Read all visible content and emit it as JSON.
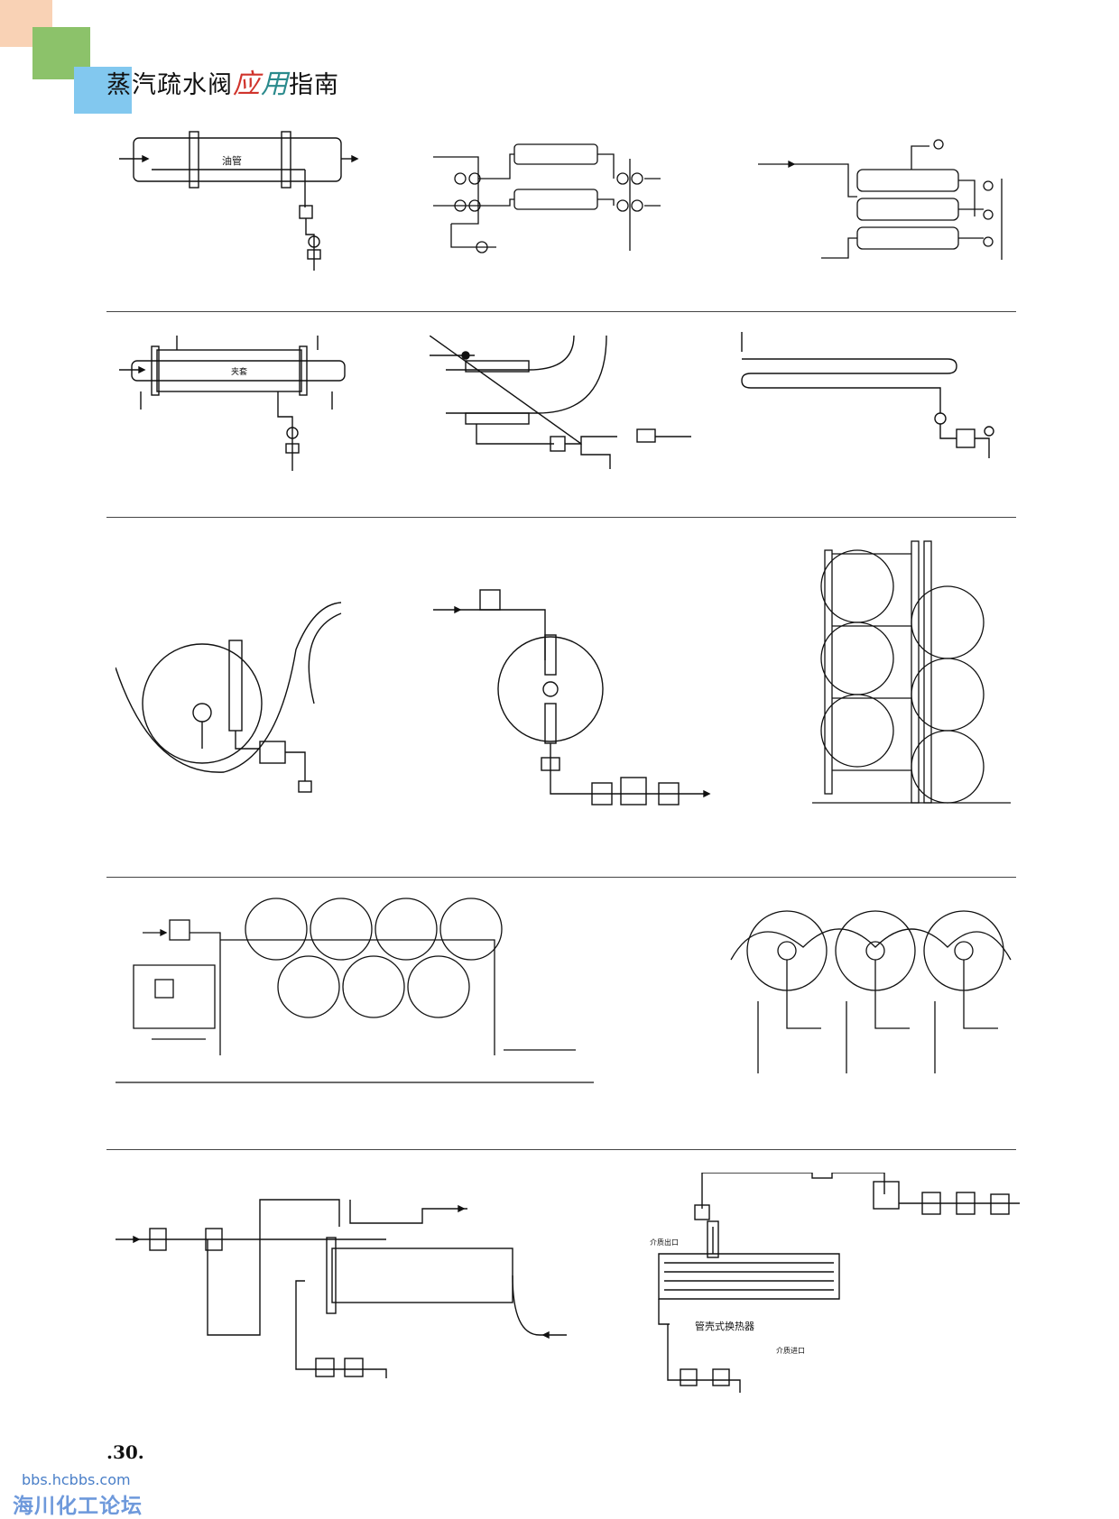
{
  "header": {
    "title_main": "蒸汽疏水阀",
    "title_ying": "应",
    "title_yong": "用",
    "title_tail": "指南",
    "accent_colors": [
      "#f7c8a8",
      "#8fc36a",
      "#7ec6ee",
      "#d0342c",
      "#2a8a8c"
    ]
  },
  "diagrams": {
    "oil_pipe_label": "油管",
    "jacket_label": "夹套",
    "shell_tube_label": "管壳式换热器",
    "medium_outlet_label": "介质出口",
    "medium_inlet_label": "介质进口"
  },
  "footer": {
    "page_number": ".30.",
    "watermark_url": "bbs.hcbbs.com",
    "watermark_name": "海川化工论坛"
  }
}
